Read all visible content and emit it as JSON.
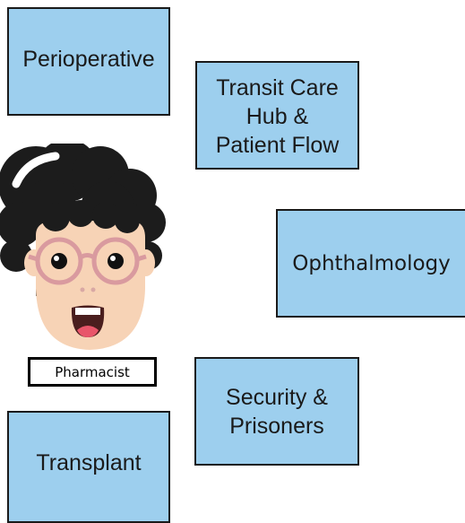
{
  "boxes": {
    "perioperative": "Perioperative",
    "transit": "Transit Care\nHub &\nPatient Flow",
    "ophthalmology": "Ophthalmology",
    "security": "Security &\nPrisoners",
    "transplant": "Transplant"
  },
  "avatar": {
    "label": "Pharmacist",
    "icon": "pharmacist-avatar-icon"
  },
  "colors": {
    "box_fill": "#9dcfee",
    "box_border": "#1a1a1a",
    "hair": "#1c1c1c",
    "skin": "#f7d3b6",
    "glasses": "#d99a9f",
    "mouth": "#4a1e1e",
    "tongue": "#e8566a"
  }
}
